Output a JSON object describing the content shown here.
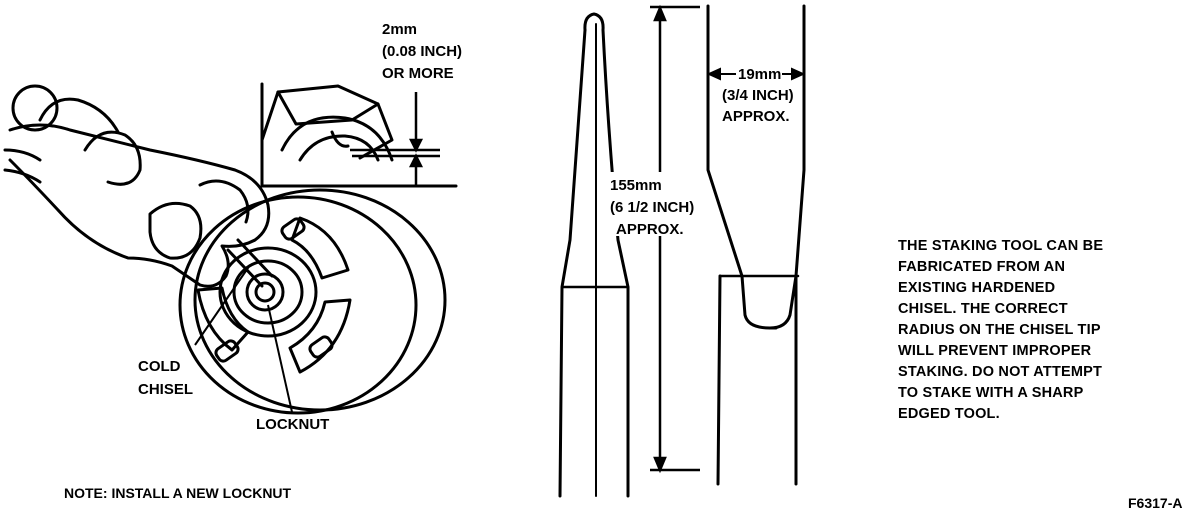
{
  "labels": {
    "clearance": [
      "2mm",
      "(0.08 INCH)",
      "OR MORE"
    ],
    "cold_chisel": [
      "COLD",
      "CHISEL"
    ],
    "locknut": "LOCKNUT",
    "note": "NOTE: INSTALL A NEW LOCKNUT",
    "length": [
      "155mm",
      "(6 1/2 INCH)",
      "APPROX."
    ],
    "width": [
      "19mm",
      "(3/4 INCH)",
      "APPROX."
    ],
    "instructions": [
      "THE STAKING TOOL CAN BE",
      "FABRICATED FROM AN",
      "EXISTING HARDENED",
      "CHISEL. THE CORRECT",
      "RADIUS ON THE CHISEL TIP",
      "WILL PREVENT IMPROPER",
      "STAKING. DO NOT ATTEMPT",
      "TO STAKE WITH A SHARP",
      "EDGED TOOL."
    ],
    "figure_id": "F6317-A"
  }
}
